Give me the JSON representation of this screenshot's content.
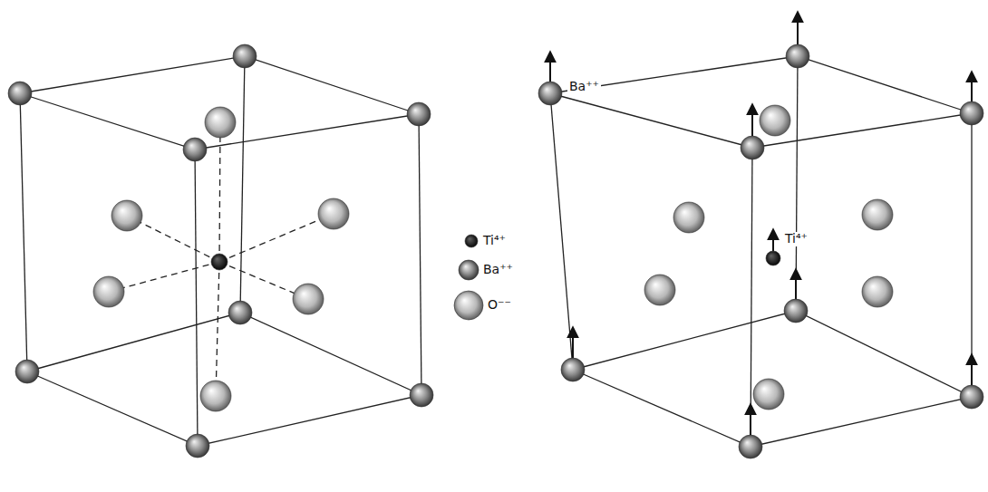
{
  "diagram": {
    "labels": [
      "Ba⁺⁺",
      "Ti⁴⁺"
    ],
    "legend": [
      {
        "text": "Ti⁴⁺"
      },
      {
        "text": "Ba⁺⁺"
      },
      {
        "text": "O⁻⁻"
      }
    ]
  }
}
